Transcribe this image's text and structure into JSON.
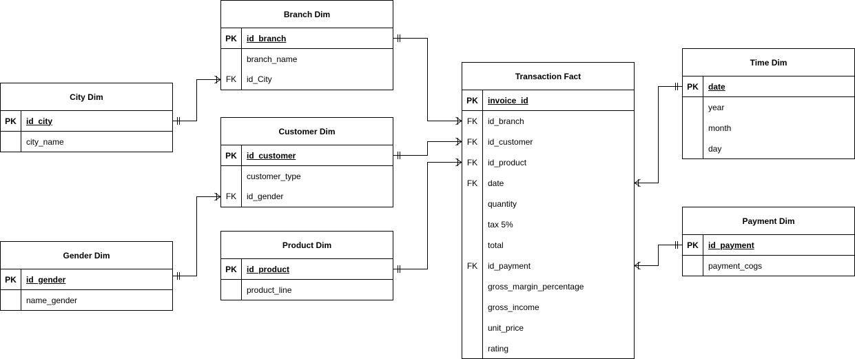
{
  "entities": {
    "branch": {
      "title": "Branch Dim",
      "pk": {
        "key": "PK",
        "name": "id_branch"
      },
      "fields": [
        {
          "key": "",
          "name": "branch_name"
        },
        {
          "key": "FK",
          "name": "id_City"
        }
      ]
    },
    "city": {
      "title": "City Dim",
      "pk": {
        "key": "PK",
        "name": "id_city"
      },
      "fields": [
        {
          "key": "",
          "name": "city_name"
        }
      ]
    },
    "customer": {
      "title": "Customer Dim",
      "pk": {
        "key": "PK",
        "name": "id_customer"
      },
      "fields": [
        {
          "key": "",
          "name": "customer_type"
        },
        {
          "key": "FK",
          "name": "id_gender"
        }
      ]
    },
    "gender": {
      "title": "Gender Dim",
      "pk": {
        "key": "PK",
        "name": "id_gender"
      },
      "fields": [
        {
          "key": "",
          "name": "name_gender"
        }
      ]
    },
    "product": {
      "title": "Product Dim",
      "pk": {
        "key": "PK",
        "name": "id_product"
      },
      "fields": [
        {
          "key": "",
          "name": "product_line"
        }
      ]
    },
    "transaction": {
      "title": "Transaction Fact",
      "pk": {
        "key": "PK",
        "name": "invoice_id"
      },
      "fields": [
        {
          "key": "FK",
          "name": "id_branch"
        },
        {
          "key": "FK",
          "name": "id_customer"
        },
        {
          "key": "FK",
          "name": "id_product"
        },
        {
          "key": "FK",
          "name": "date"
        },
        {
          "key": "",
          "name": "quantity"
        },
        {
          "key": "",
          "name": "tax 5%"
        },
        {
          "key": "",
          "name": "total"
        },
        {
          "key": "FK",
          "name": "id_payment"
        },
        {
          "key": "",
          "name": "gross_margin_percentage"
        },
        {
          "key": "",
          "name": "gross_income"
        },
        {
          "key": "",
          "name": "unit_price"
        },
        {
          "key": "",
          "name": "rating"
        }
      ]
    },
    "time": {
      "title": "Time Dim",
      "pk": {
        "key": "PK",
        "name": "date"
      },
      "fields": [
        {
          "key": "",
          "name": "year"
        },
        {
          "key": "",
          "name": "month"
        },
        {
          "key": "",
          "name": "day"
        }
      ]
    },
    "payment": {
      "title": "Payment Dim",
      "pk": {
        "key": "PK",
        "name": "id_payment"
      },
      "fields": [
        {
          "key": "",
          "name": "payment_cogs"
        }
      ]
    }
  }
}
